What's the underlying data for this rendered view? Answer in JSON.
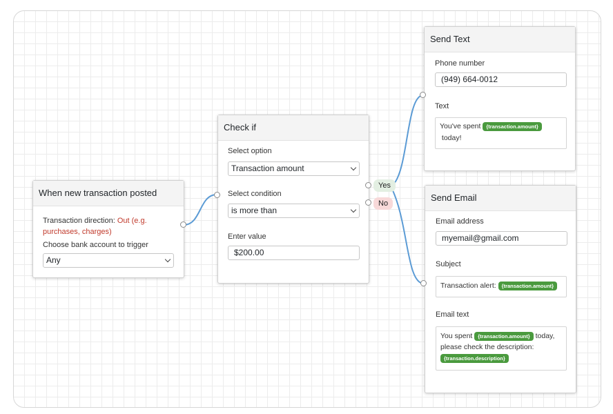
{
  "trigger": {
    "title": "When new transaction posted",
    "direction_label": "Transaction direction:",
    "direction_value": "Out (e.g. purchases, charges)",
    "account_label": "Choose bank account to trigger",
    "account_value": "Any"
  },
  "check": {
    "title": "Check if",
    "option_label": "Select option",
    "option_value": "Transaction amount",
    "condition_label": "Select condition",
    "condition_value": "is more than",
    "value_label": "Enter value",
    "value_value": "$200.00",
    "yes_label": "Yes",
    "no_label": "No"
  },
  "send_text": {
    "title": "Send Text",
    "phone_label": "Phone number",
    "phone_value": "(949) 664-0012",
    "text_label": "Text",
    "text_prefix": "You've spent",
    "text_tag": "{transaction.amount}",
    "text_suffix": "today!"
  },
  "send_email": {
    "title": "Send Email",
    "email_label": "Email address",
    "email_value": "myemail@gmail.com",
    "subject_label": "Subject",
    "subject_prefix": "Transaction alert:",
    "subject_tag": "{transaction.amount}",
    "body_label": "Email text",
    "body_prefix": "You spent",
    "body_tag1": "{transaction.amount}",
    "body_middle": "today, please check the description:",
    "body_tag2": "{transaction.description}"
  },
  "colors": {
    "wire": "#5b9bd5",
    "tag": "#4a9a3e",
    "highlight": "#c0392b"
  }
}
